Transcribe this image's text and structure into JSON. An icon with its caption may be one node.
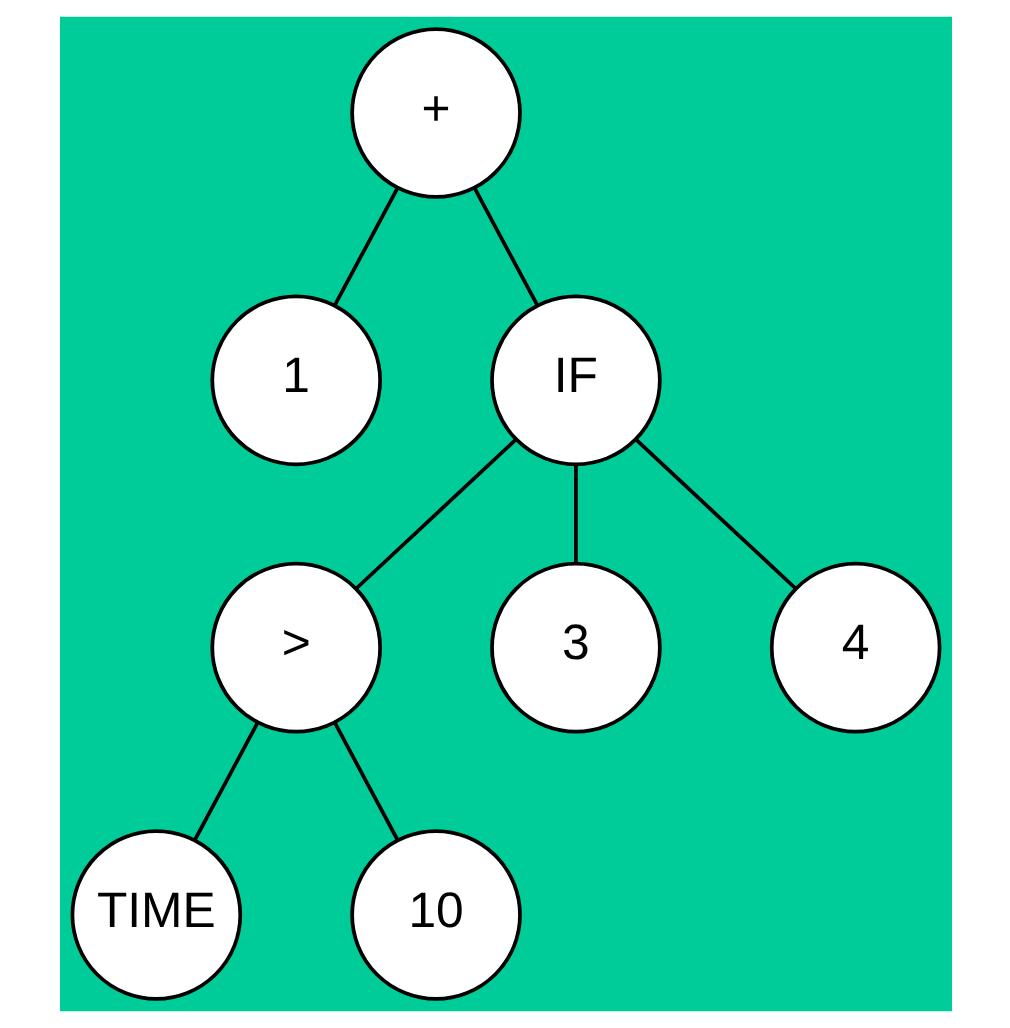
{
  "diagram": {
    "nodes": [
      {
        "text": [
          "+"
        ]
      },
      {
        "text": [
          "1"
        ]
      },
      {
        "text": [
          "IF"
        ]
      },
      {
        "text": [
          ">"
        ]
      },
      {
        "text": [
          "3"
        ]
      },
      {
        "text": [
          "4"
        ]
      },
      {
        "text": [
          "TIME"
        ]
      },
      {
        "text": [
          "10"
        ]
      }
    ],
    "edges": [
      {
        "from": 0,
        "to": 1,
        "arrow": "none"
      },
      {
        "from": 0,
        "to": 2,
        "arrow": "none"
      },
      {
        "from": 2,
        "to": 3,
        "arrow": "none"
      },
      {
        "from": 2,
        "to": 4,
        "arrow": "none"
      },
      {
        "from": 2,
        "to": 5,
        "arrow": "none"
      },
      {
        "from": 3,
        "to": 6,
        "arrow": "none"
      },
      {
        "from": 3,
        "to": 7,
        "arrow": "none"
      }
    ]
  }
}
